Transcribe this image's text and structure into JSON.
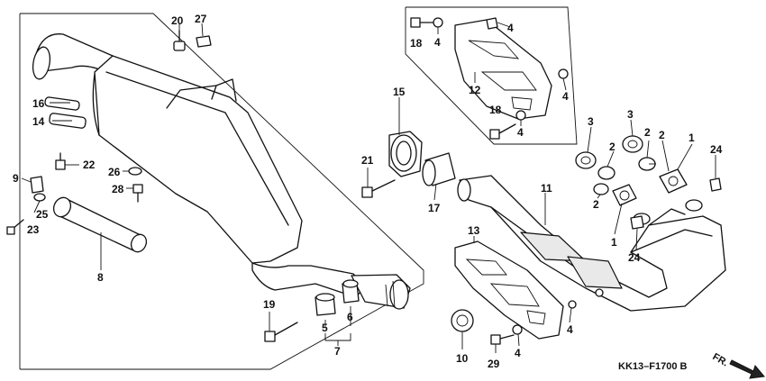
{
  "diagram": {
    "drawing_code": "KK13–F1700 B",
    "direction_label": "FR.",
    "callouts": [
      {
        "id": "c1a",
        "label": "1"
      },
      {
        "id": "c1b",
        "label": "1"
      },
      {
        "id": "c2a",
        "label": "2"
      },
      {
        "id": "c2b",
        "label": "2"
      },
      {
        "id": "c2c",
        "label": "2"
      },
      {
        "id": "c2d",
        "label": "2"
      },
      {
        "id": "c3a",
        "label": "3"
      },
      {
        "id": "c3b",
        "label": "3"
      },
      {
        "id": "c4a",
        "label": "4"
      },
      {
        "id": "c4b",
        "label": "4"
      },
      {
        "id": "c4c",
        "label": "4"
      },
      {
        "id": "c4d",
        "label": "4"
      },
      {
        "id": "c4e",
        "label": "4"
      },
      {
        "id": "c4f",
        "label": "4"
      },
      {
        "id": "c5",
        "label": "5"
      },
      {
        "id": "c6",
        "label": "6"
      },
      {
        "id": "c7",
        "label": "7"
      },
      {
        "id": "c8",
        "label": "8"
      },
      {
        "id": "c9",
        "label": "9"
      },
      {
        "id": "c10",
        "label": "10"
      },
      {
        "id": "c11",
        "label": "11"
      },
      {
        "id": "c12",
        "label": "12"
      },
      {
        "id": "c13",
        "label": "13"
      },
      {
        "id": "c14",
        "label": "14"
      },
      {
        "id": "c15",
        "label": "15"
      },
      {
        "id": "c16",
        "label": "16"
      },
      {
        "id": "c17",
        "label": "17"
      },
      {
        "id": "c18a",
        "label": "18"
      },
      {
        "id": "c18b",
        "label": "18"
      },
      {
        "id": "c19",
        "label": "19"
      },
      {
        "id": "c20",
        "label": "20"
      },
      {
        "id": "c21",
        "label": "21"
      },
      {
        "id": "c22",
        "label": "22"
      },
      {
        "id": "c23",
        "label": "23"
      },
      {
        "id": "c24a",
        "label": "24"
      },
      {
        "id": "c24b",
        "label": "24"
      },
      {
        "id": "c25",
        "label": "25"
      },
      {
        "id": "c26",
        "label": "26"
      },
      {
        "id": "c27",
        "label": "27"
      },
      {
        "id": "c28",
        "label": "28"
      },
      {
        "id": "c29",
        "label": "29"
      }
    ]
  }
}
